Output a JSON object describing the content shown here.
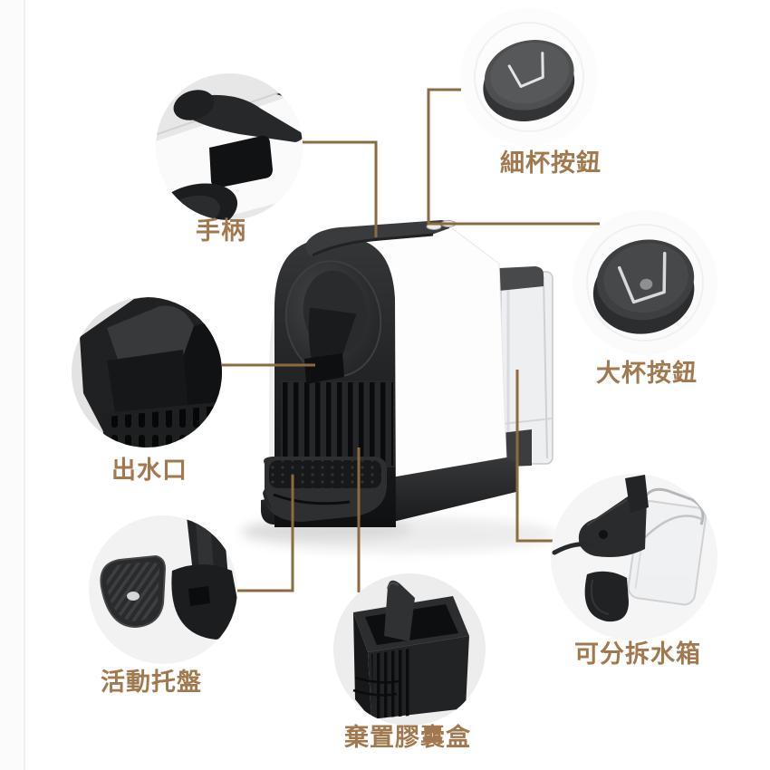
{
  "page": {
    "background_color": "#ffffff",
    "left_margin_line_color": "#ededed"
  },
  "style": {
    "label_color": "#a2794e",
    "connector_line_color": "#8e6a40",
    "machine_body_color": "#fdfdfd",
    "machine_dark_color": "#1b1c1e",
    "callout_circle_bg": "#ececec"
  },
  "diagram": {
    "callouts": [
      {
        "id": "handle",
        "label": "手柄",
        "icon": "handle-lever-icon"
      },
      {
        "id": "small-cup-button",
        "label": "細杯按鈕",
        "icon": "small-cup-icon"
      },
      {
        "id": "large-cup-button",
        "label": "大杯按鈕",
        "icon": "large-cup-icon"
      },
      {
        "id": "water-outlet",
        "label": "出水口",
        "icon": "spout-icon"
      },
      {
        "id": "movable-tray",
        "label": "活動托盤",
        "icon": "drip-tray-icon"
      },
      {
        "id": "capsule-bin",
        "label": "棄置膠囊盒",
        "icon": "capsule-box-icon"
      },
      {
        "id": "detachable-water-tank",
        "label": "可分拆水箱",
        "icon": "water-tank-icon"
      }
    ]
  }
}
